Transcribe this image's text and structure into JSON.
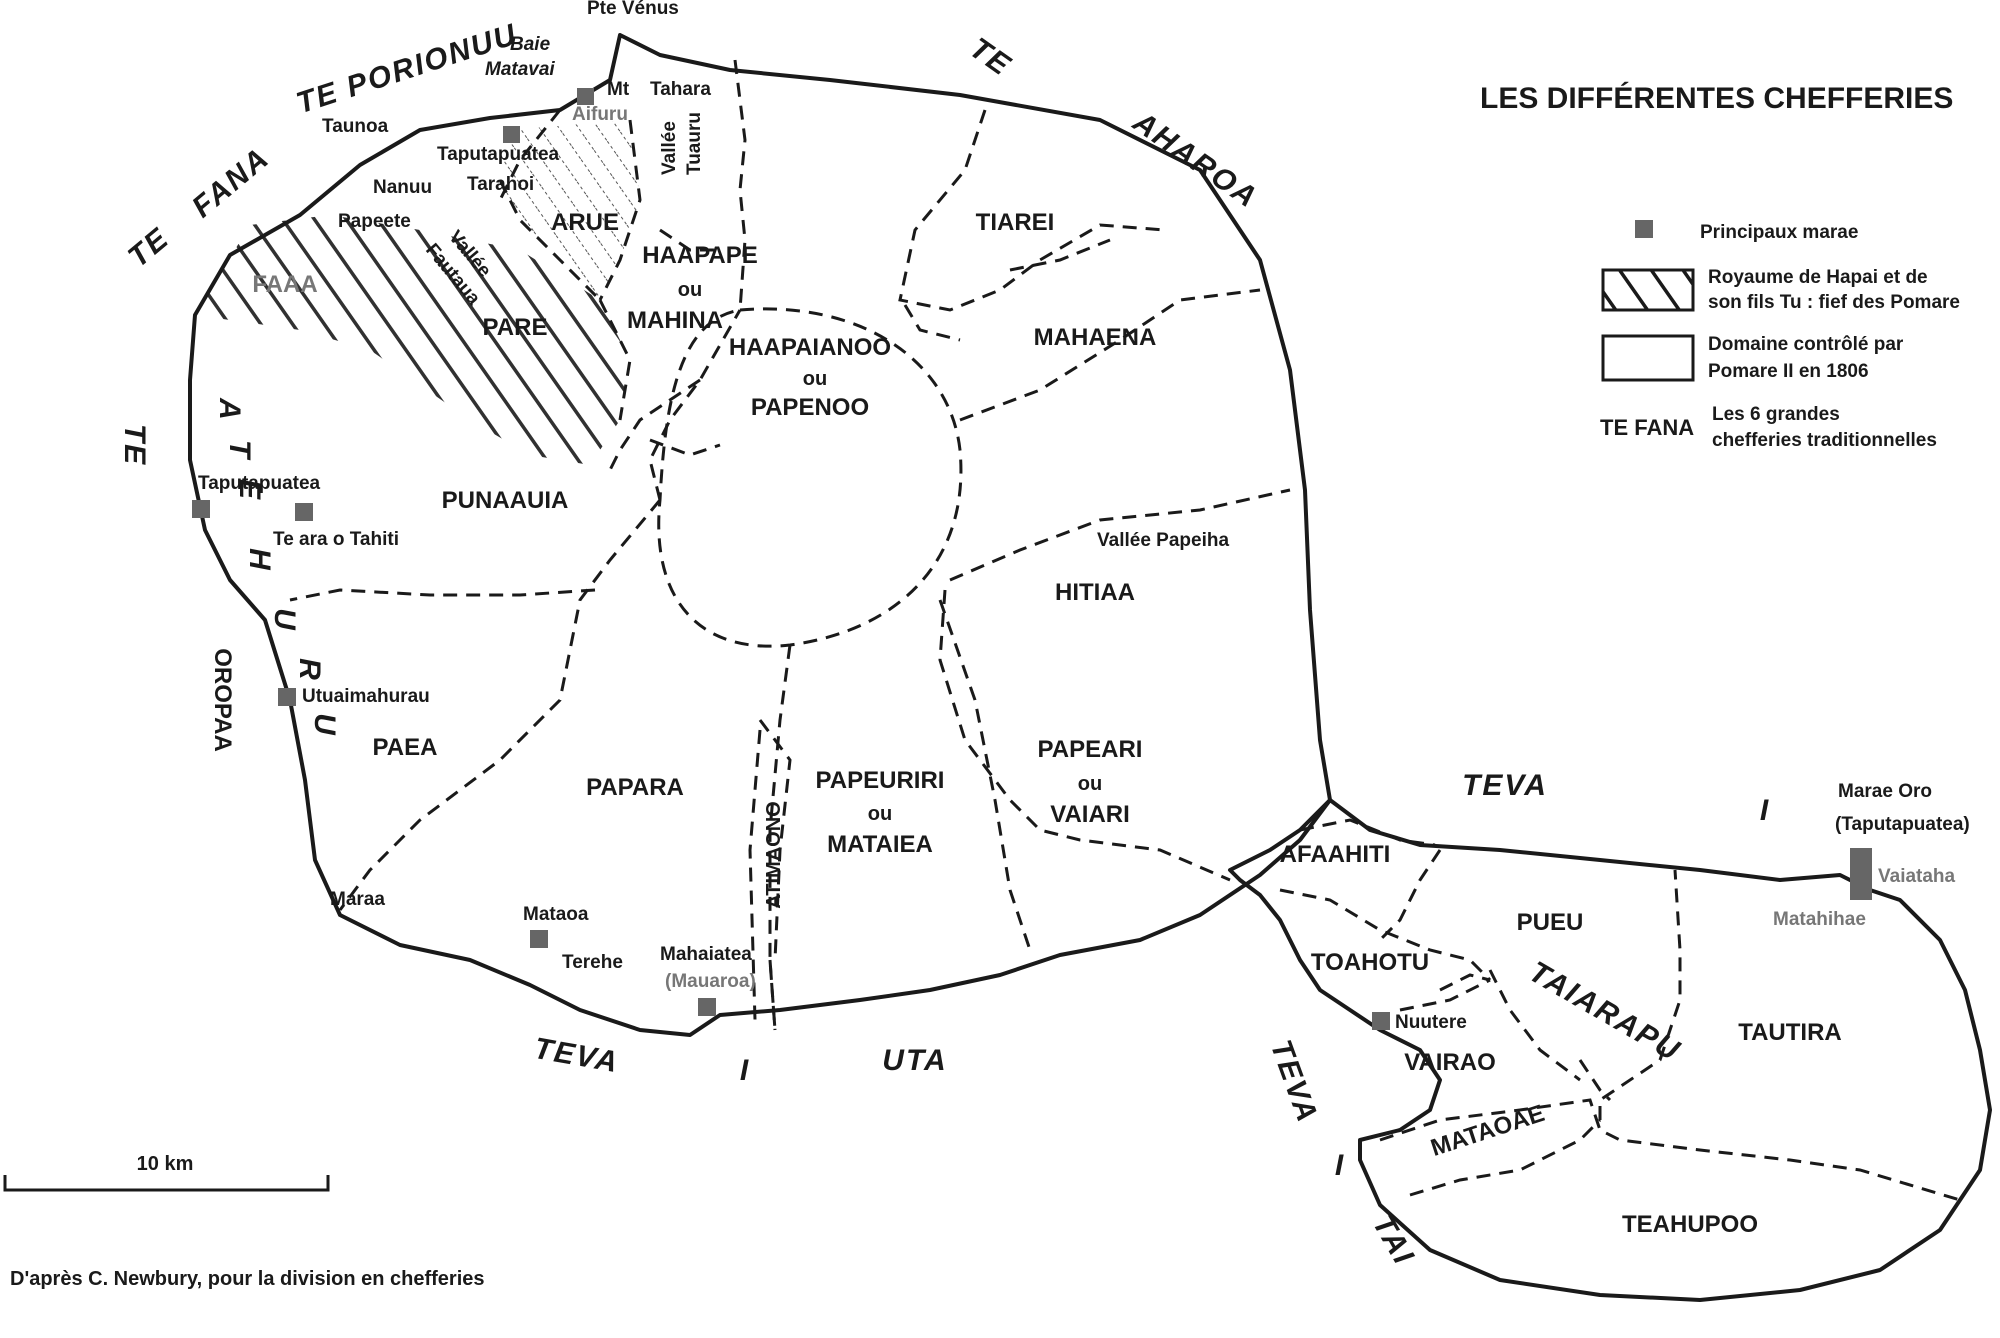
{
  "title": "LES DIFFÉRENTES CHEFFERIES",
  "legend": {
    "marae": "Principaux marae",
    "hatched_line1": "Royaume de Hapai et de",
    "hatched_line2": "son fils Tu : fief des Pomare",
    "outline_line1": "Domaine contrôlé par",
    "outline_line2": "Pomare II en 1806",
    "chef_key": "TE FANA",
    "chef_line1": "Les 6 grandes",
    "chef_line2": "chefferies traditionnelles"
  },
  "scale_label": "10 km",
  "source": "D'après C. Newbury, pour la division en chefferies",
  "colors": {
    "ink": "#1a1a1a",
    "marae": "#666666",
    "paper": "#ffffff"
  },
  "chefferies": {
    "te_porionuu": "TE PORIONUU",
    "te_fana_te": "TE",
    "te_fana_fana": "FANA",
    "te_aharoa_te": "TE",
    "te_aharoa_aharoa": "AHAROA",
    "te_atehuru_te": "TE",
    "atehuru_letters": [
      "A",
      "T",
      "E",
      "H",
      "U",
      "R",
      "U"
    ],
    "teva_left": "TEVA",
    "teva_i": "I",
    "uta": "UTA",
    "teva_right": "TEVA",
    "teva_right_i": "I",
    "teva_tai": "TEVA",
    "teva_tai_i": "I",
    "tai": "TAI",
    "taiarapu": "TAIARAPU"
  },
  "districts": {
    "faaa": "FAAA",
    "arue": "ARUE",
    "pare": "PARE",
    "haapape": "HAAPAPE",
    "ou": "ou",
    "mahina": "MAHINA",
    "haapaianoo": "HAAPAIANOO",
    "papenoo": "PAPENOO",
    "tiarei": "TIAREI",
    "mahaena": "MAHAENA",
    "punaauia": "PUNAAUIA",
    "hitiaa": "HITIAA",
    "paea": "PAEA",
    "papara": "PAPARA",
    "atimaono": "ATIMAONO",
    "papeuriri": "PAPEURIRI",
    "mataiea": "MATAIEA",
    "papeari": "PAPEARI",
    "vaiari": "VAIARI",
    "oropaa": "OROPAA",
    "afaahiti": "AFAAHITI",
    "pueu": "PUEU",
    "toahotu": "TOAHOTU",
    "vairao": "VAIRAO",
    "tautira": "TAUTIRA",
    "mataoae": "MATAOAE",
    "teahupoo": "TEAHUPOO"
  },
  "places": {
    "pte_venus": "Pte Vénus",
    "baie": "Baie",
    "matavai": "Matavai",
    "mt": "Mt",
    "tahara": "Tahara",
    "tauroa": "Taunoa",
    "taputapuatea_n": "Taputapuatea",
    "aifuru": "Aifuru",
    "vallee_tuauru1": "Vallée",
    "vallee_tuauru2": "Tuauru",
    "nanuu": "Nanuu",
    "tarahoi": "Tarahoi",
    "papeete": "Papeete",
    "vallee_fautaua1": "Vallée",
    "vallee_fautaua2": "Fautaua",
    "taputapuatea_w": "Taputapuatea",
    "te_ara_o_tahiti": "Te ara o Tahiti",
    "vallee_papeiha": "Vallée Papeiha",
    "utuaimahurau": "Utuaimahurau",
    "maraa": "Maraa",
    "mataoa": "Mataoa",
    "terehe": "Terehe",
    "mahaiatea": "Mahaiatea",
    "mauaroa": "(Mauaroa)",
    "marae_oro": "Marae Oro",
    "taputapuatea_e": "(Taputapuatea)",
    "vaiataha": "Vaiataha",
    "matahihae": "Matahihae",
    "nuutere": "Nuutere"
  }
}
